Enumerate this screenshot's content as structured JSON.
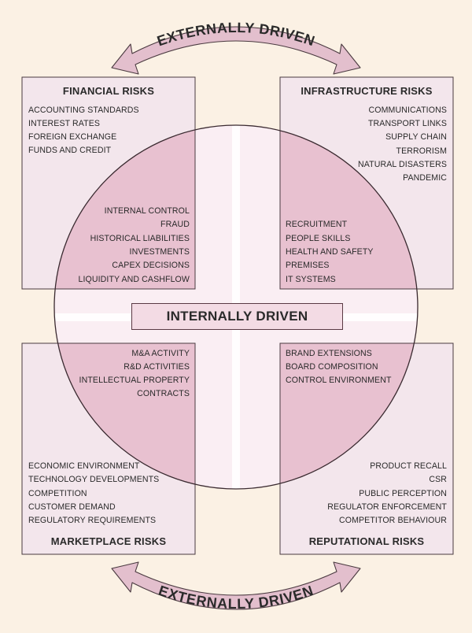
{
  "top_arrow_label": "EXTERNALLY DRIVEN",
  "bottom_arrow_label": "EXTERNALLY DRIVEN",
  "center_label": "INTERNALLY DRIVEN",
  "colors": {
    "background": "#fbf1e4",
    "box_fill": "#f3e6ec",
    "overlap_fill": "#e8c1d0",
    "circle_fill": "#faeef3",
    "arrow_fill": "#e3bfcd",
    "stroke": "#4a3a40"
  },
  "quadrants": {
    "financial": {
      "title": "FINANCIAL RISKS",
      "external": [
        "ACCOUNTING STANDARDS",
        "INTEREST RATES",
        "FOREIGN EXCHANGE",
        "FUNDS AND CREDIT"
      ],
      "internal": [
        "INTERNAL CONTROL",
        "FRAUD",
        "HISTORICAL LIABILITIES",
        "INVESTMENTS",
        "CAPEX DECISIONS",
        "LIQUIDITY AND CASHFLOW"
      ]
    },
    "infrastructure": {
      "title": "INFRASTRUCTURE RISKS",
      "external": [
        "COMMUNICATIONS",
        "TRANSPORT LINKS",
        "SUPPLY CHAIN",
        "TERRORISM",
        "NATURAL DISASTERS",
        "PANDEMIC"
      ],
      "internal": [
        "RECRUITMENT",
        "PEOPLE SKILLS",
        "HEALTH AND SAFETY",
        "PREMISES",
        "IT SYSTEMS"
      ]
    },
    "marketplace": {
      "title": "MARKETPLACE RISKS",
      "internal": [
        "M&A ACTIVITY",
        "R&D ACTIVITIES",
        "INTELLECTUAL PROPERTY",
        "CONTRACTS"
      ],
      "external": [
        "ECONOMIC ENVIRONMENT",
        "TECHNOLOGY DEVELOPMENTS",
        "COMPETITION",
        "CUSTOMER DEMAND",
        "REGULATORY REQUIREMENTS"
      ]
    },
    "reputational": {
      "title": "REPUTATIONAL RISKS",
      "internal": [
        "BRAND EXTENSIONS",
        "BOARD COMPOSITION",
        "CONTROL ENVIRONMENT"
      ],
      "external": [
        "PRODUCT RECALL",
        "CSR",
        "PUBLIC PERCEPTION",
        "REGULATOR ENFORCEMENT",
        "COMPETITOR BEHAVIOUR"
      ]
    }
  }
}
